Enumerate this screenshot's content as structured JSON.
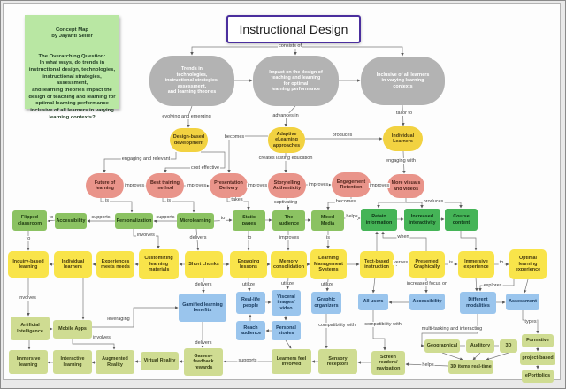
{
  "title": "Instructional Design",
  "sticky_note": {
    "heading": "Concept Map\nby Jayanti Seiler",
    "body": "The Overarching Question:\nIn what ways, do trends in\ninstructional design, technologies,\ninstructional strategies, assessment,\nand learning theories impact the\ndesign of teaching and learning for\noptimal learning performance\ninclusive of all learners in varying\nlearning contexts?"
  },
  "palette": {
    "topic_gray": "#b3b3b3",
    "ellipse_yellow": "#f2d241",
    "ellipse_red": "#e9948a",
    "box_green": "#8bc262",
    "box_dark_green": "#45b457",
    "box_yellow": "#f9e44a",
    "box_blue": "#9ac5ed",
    "box_olive": "#cfdc92",
    "sticky_green": "#b9e7a3",
    "title_border": "#4b2f9e"
  },
  "nodes": {
    "trends": "Trends in\ntechnologies,\ninstructional strategies,\nassessment,\nand learning theories",
    "impact": "Impact on the design of\nteaching and learning\nfor optimal\nlearning performance",
    "inclusive": "Inclusive of all learners\nin varying learning\ncontexts",
    "design_based": "Design-based\ndevelopment",
    "adaptive": "Adaptive\neLearning\napproaches",
    "individual_top": "Individual\nLearners",
    "future": "Future of\nlearning",
    "best_training": "Best training\nmethod",
    "presentation": "Presentation\nDelivery",
    "storytelling": "Storytelling\nAuthenticity",
    "engagement": "Engagement\nRetention",
    "more_visuals": "More visuals\nand videos",
    "flipped": "Flipped\nclassroom",
    "accessibility_g": "Accessibility",
    "personalization": "Personalization",
    "microlearning": "Microlearning",
    "static_pages": "Static\npages",
    "audience": "The\naudience",
    "mixed_media": "Mixed\nMedia",
    "retain": "Retain\ninformation",
    "interactivity": "Increased\ninteractivity",
    "course_content": "Course\ncontent",
    "inquiry": "Inquiry-based\nlearning",
    "individual2": "Individual\nlearners",
    "experiences": "Experiences\nmeets needs",
    "customizing": "Customizing\nlearning\nmaterials",
    "short_chunks": "Short chunks",
    "engaging_lessons": "Engaging\nlessons",
    "memory": "Memory\nconsolidation",
    "lms": "Learning\nManagement\nSystems",
    "text_based": "Text-based\ninstruction",
    "presented": "Presented\nGraphically",
    "immersive_exp": "Immersive\nexperience",
    "optimal": "Optimal\nlearning\nexperience",
    "gamified": "Gamified learning\nbenefits",
    "real_life": "Real-life\npeople",
    "visceral": "Visceral\nimages/\nvideo",
    "reach": "Reach\naudience",
    "personal_stories": "Personal\nstories",
    "graphic_org": "Graphic\norganizers",
    "all_users": "All users",
    "accessibility_b": "Accessibility",
    "modalities": "Different\nmodalities",
    "assessment": "Assessment",
    "ai": "Artificial\nIntelligence",
    "mobile": "Mobile Apps",
    "immersive_learning": "Immersive\nlearning",
    "interactive": "Interactive\nlearning",
    "augmented": "Augmented\nReality",
    "vr": "Virtual Reality",
    "games": "Games=\nfeedback\nrewards",
    "learners_feel": "Learners feel\ninvolved",
    "sensory": "Sensory\nreceptors",
    "screen_readers": "Screen readers/\nnavigation",
    "geographical": "Geographical",
    "auditory": "Auditory",
    "threed": "3D",
    "items_realtime": "3D items real-time",
    "formative": "Formative",
    "project_based": "project-based",
    "eportfolios": "ePortfolios"
  },
  "edge_labels": {
    "consists_of": "consists of",
    "evolving": "evolving and emerging",
    "advances": "advances in",
    "tailor": "tailor to",
    "becomes1": "becomes",
    "creates": "creates lasting education",
    "produces1": "produces",
    "engaging_with": "engaging with",
    "engaging_relevant": "engaging and relevant",
    "cost_effective": "cost effective",
    "improves1": "improves",
    "improves2": "improves",
    "improves3": "improves",
    "improves4": "improves",
    "improves5": "improves",
    "improves6": "improves",
    "is1": "is",
    "is2": "is",
    "is3": "is",
    "is4": "is",
    "takes": "takes",
    "captivating": "captivating",
    "becomes2": "becomes",
    "to1": "to",
    "to2": "to",
    "to3": "to",
    "to4": "to",
    "to5": "to",
    "supports1": "supports",
    "supports2": "supports",
    "supports3": "supports",
    "helps1": "helps",
    "helps2": "helps",
    "produces2": "produces",
    "involves1": "involves",
    "involves2": "involves",
    "involves3": "involves",
    "delivers1": "delivers",
    "delivers2": "delivers",
    "delivers3": "delivers",
    "when": "when",
    "verses": "verses",
    "utilize1": "utilize",
    "utilize2": "utilize",
    "utilize3": "utilize",
    "increased_focus": "increased focus on",
    "explores": "explores",
    "leveraging": "leveraging",
    "compat1": "compatibility with",
    "compat2": "compatibility with",
    "multitask": "multi-tasking and interacting",
    "types": "types",
    "supports_note": "supports"
  }
}
